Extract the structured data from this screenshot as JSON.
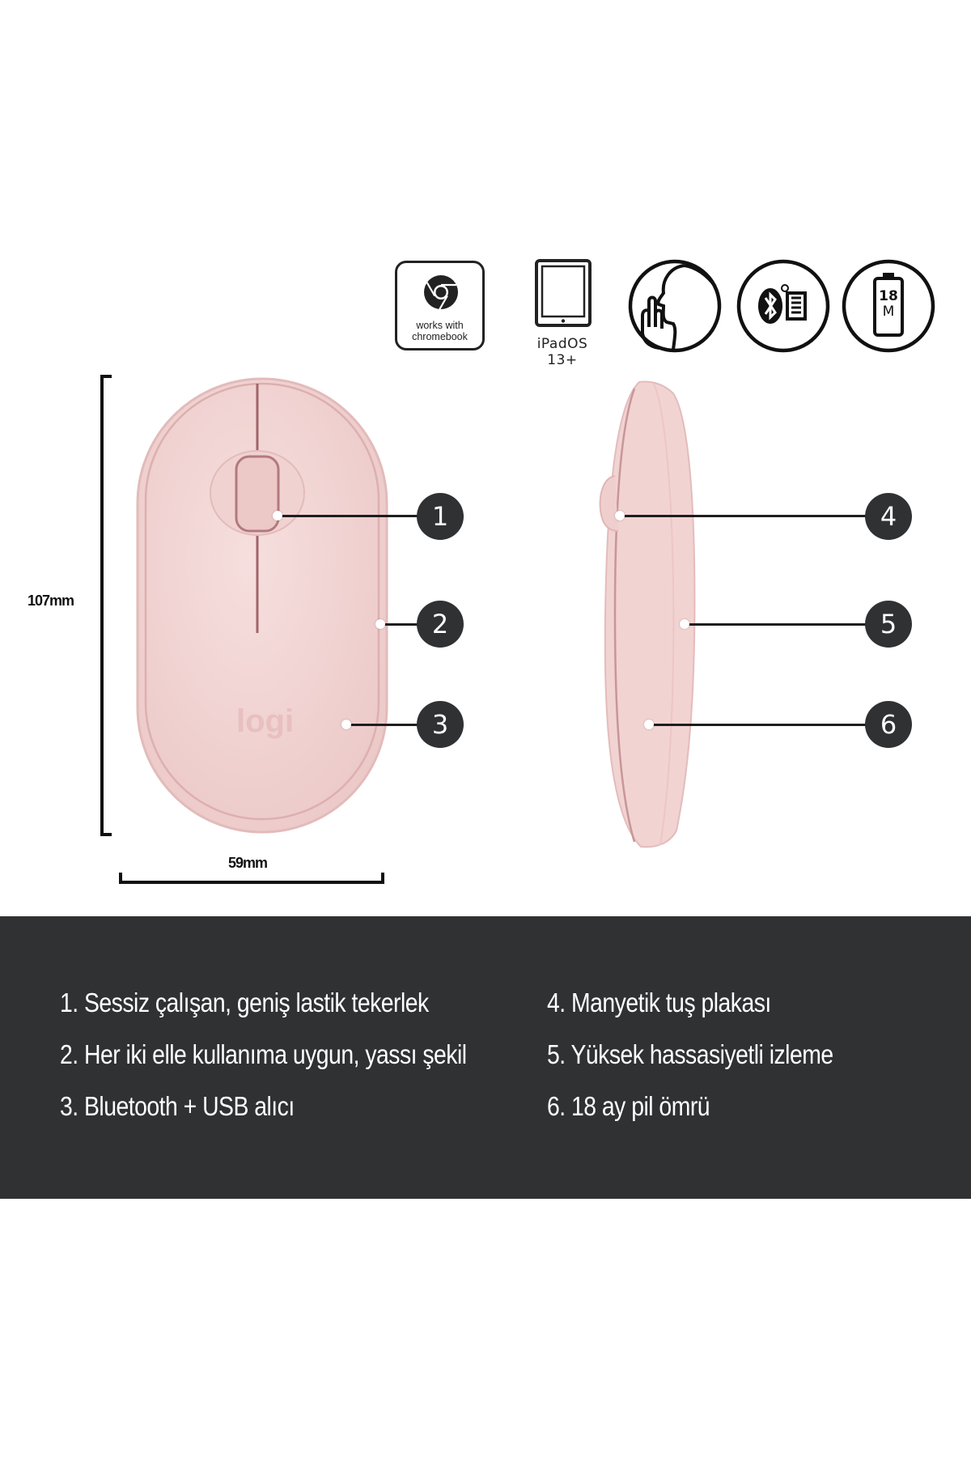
{
  "badges": {
    "chromebook": {
      "icon": "chrome-icon",
      "text_line1": "works with",
      "text_line2": "chromebook"
    },
    "ipad": {
      "icon": "tablet-icon",
      "label": "iPadOS 13+"
    },
    "silent": {
      "icon": "silent-click-icon"
    },
    "connectivity": {
      "icon": "bluetooth-usb-icon"
    },
    "battery": {
      "icon": "battery-icon",
      "line1": "18",
      "line2": "M"
    }
  },
  "dimensions": {
    "height_label": "107mm",
    "width_label": "59mm"
  },
  "callouts": [
    "1",
    "2",
    "3",
    "4",
    "5",
    "6"
  ],
  "features": {
    "left": [
      "1. Sessiz çalışan, geniş lastik tekerlek",
      "2. Her iki elle kullanıma uygun, yassı şekil",
      "3. Bluetooth + USB alıcı"
    ],
    "right": [
      "4. Manyetik tuş plakası",
      "5. Yüksek hassasiyetli izleme",
      "6. 18 ay pil ömrü"
    ]
  },
  "colors": {
    "panel": "#2f3133",
    "mouse": "#f2d6d5",
    "mouse_edge": "#e8c2c1",
    "text_light": "#ffffff"
  }
}
